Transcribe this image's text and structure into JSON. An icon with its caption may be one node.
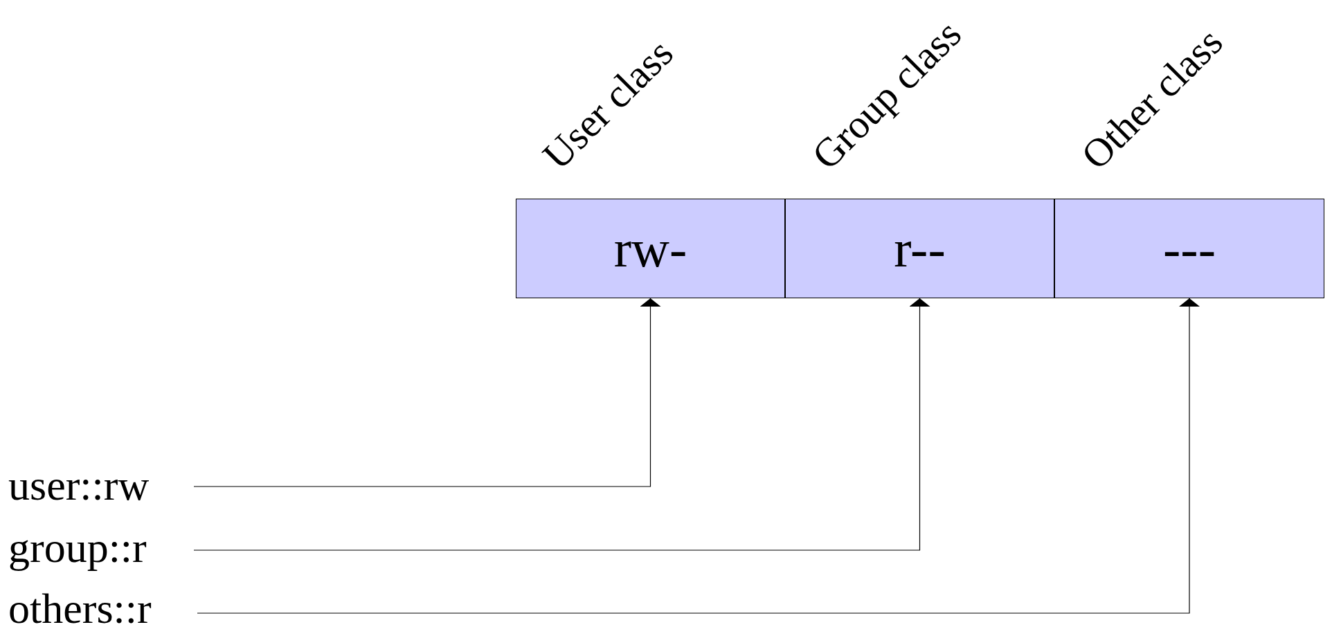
{
  "diagram": {
    "nodes": [
      {
        "text": [
          "rw-"
        ],
        "beside": [
          "User class"
        ]
      },
      {
        "text": [
          "r--"
        ],
        "beside": [
          "Group class"
        ]
      },
      {
        "text": [
          "---"
        ],
        "beside": [
          "Other class"
        ]
      },
      {
        "text": [
          "user::rw"
        ]
      },
      {
        "text": [
          "group::r"
        ]
      },
      {
        "text": [
          "others::r"
        ]
      }
    ],
    "edges": [
      {
        "from": 3,
        "to": 0,
        "arrow": "to"
      },
      {
        "from": 4,
        "to": 1,
        "arrow": "to"
      },
      {
        "from": 5,
        "to": 2,
        "arrow": "to"
      }
    ]
  }
}
